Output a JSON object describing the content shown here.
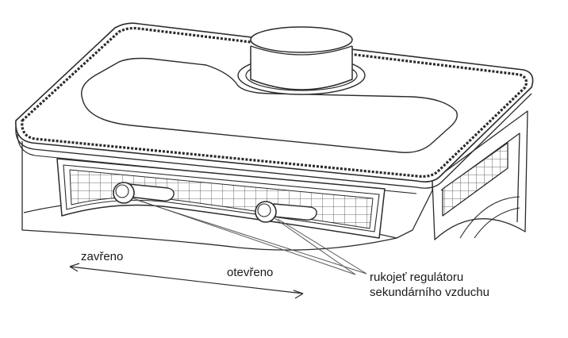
{
  "labels": {
    "closed": "zavřeno",
    "open": "otevřeno",
    "handle_line1": "rukojeť regulátoru",
    "handle_line2": "sekundárního vzduchu"
  },
  "colors": {
    "line": "#2b2b2b",
    "stroke_light": "#555555",
    "fill": "#ffffff"
  }
}
